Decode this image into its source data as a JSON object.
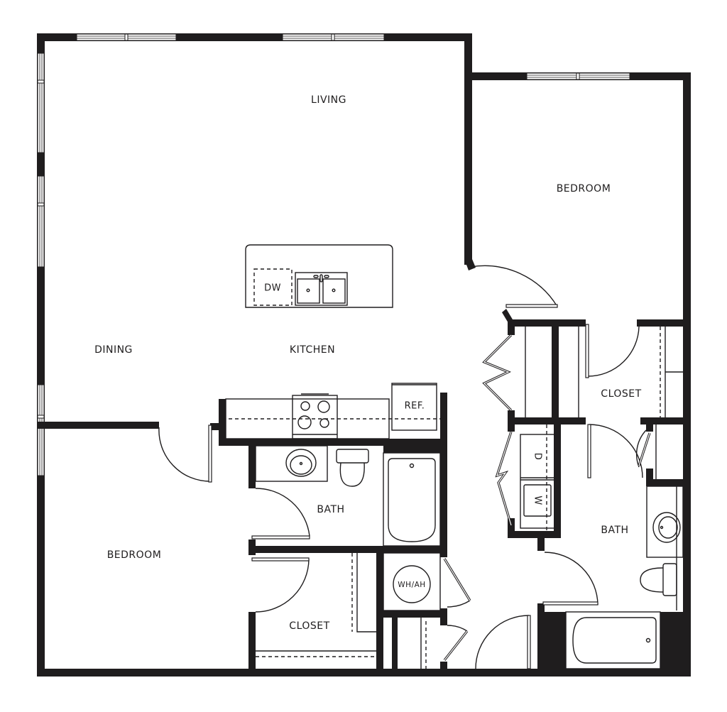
{
  "plan": {
    "type": "apartment floor plan",
    "bedrooms": 2,
    "bathrooms": 2,
    "colors": {
      "wall": "#1f1d1e",
      "background": "#ffffff"
    }
  },
  "rooms": {
    "living": "LIVING",
    "dining": "DINING",
    "kitchen": "KITCHEN",
    "bedroom_main": "BEDROOM",
    "bedroom_second": "BEDROOM",
    "closet_main": "CLOSET",
    "closet_second": "CLOSET",
    "bath_main": "BATH",
    "bath_second": "BATH"
  },
  "fixtures": {
    "dishwasher": "DW",
    "refrigerator": "REF.",
    "dryer": "D",
    "washer": "W",
    "water_heater": "WH/AH"
  }
}
